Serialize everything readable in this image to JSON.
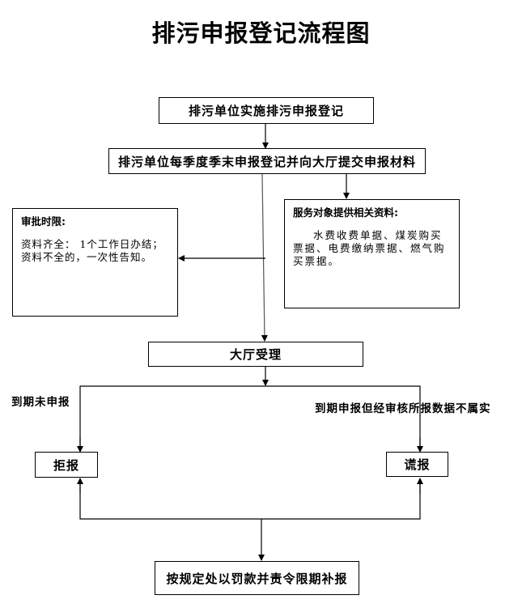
{
  "title": "排污申报登记流程图",
  "nodes": {
    "step1": "排污单位实施排污申报登记",
    "step2": "排污单位每季度季末申报登记并向大厅提交申报材料",
    "approval_limit": {
      "heading": "审批时限:",
      "lines": [
        "资料齐全：  1个工作日办结；",
        "资料不全的，一次性告知。"
      ]
    },
    "materials": {
      "heading": "服务对象提供相关资料:",
      "body": "水费收费单据、煤炭购买票据、电费缴纳票据、燃气购买票据。"
    },
    "hall_accept": "大厅受理",
    "refuse": "拒报",
    "false_report": "谎报",
    "penalty": "按规定处以罚款并责令限期补报"
  },
  "edge_labels": {
    "overdue": "到期未申报",
    "untrue": "到期申报但经审核所报数据不属实"
  }
}
